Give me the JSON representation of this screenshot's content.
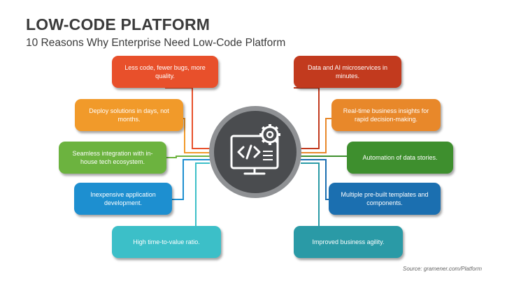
{
  "header": {
    "title": "LOW-CODE PLATFORM",
    "subtitle": "10 Reasons Why Enterprise Need Low-Code Platform"
  },
  "reasons_left": [
    {
      "text": "Less code, fewer bugs, more quality.",
      "color": "#e8502b"
    },
    {
      "text": "Deploy solutions in days, not months.",
      "color": "#f19a2a"
    },
    {
      "text": "Seamless integration with in-house tech ecosystem.",
      "color": "#6cb33f"
    },
    {
      "text": "Inexpensive application development.",
      "color": "#1d8fd0"
    },
    {
      "text": "High time-to-value ratio.",
      "color": "#3cbfc8"
    }
  ],
  "reasons_right": [
    {
      "text": "Data and AI microservices in minutes.",
      "color": "#c23a1e"
    },
    {
      "text": "Real-time business insights for rapid decision-making.",
      "color": "#e8882a"
    },
    {
      "text": "Automation of data stories.",
      "color": "#3e8f2e"
    },
    {
      "text": "Multiple pre-built templates and components.",
      "color": "#1b6fb0"
    },
    {
      "text": "Improved business agility.",
      "color": "#2a9aa6"
    }
  ],
  "hub_icon": "computer-code-gear-icon",
  "source": "Source: gramener.com/Platform"
}
